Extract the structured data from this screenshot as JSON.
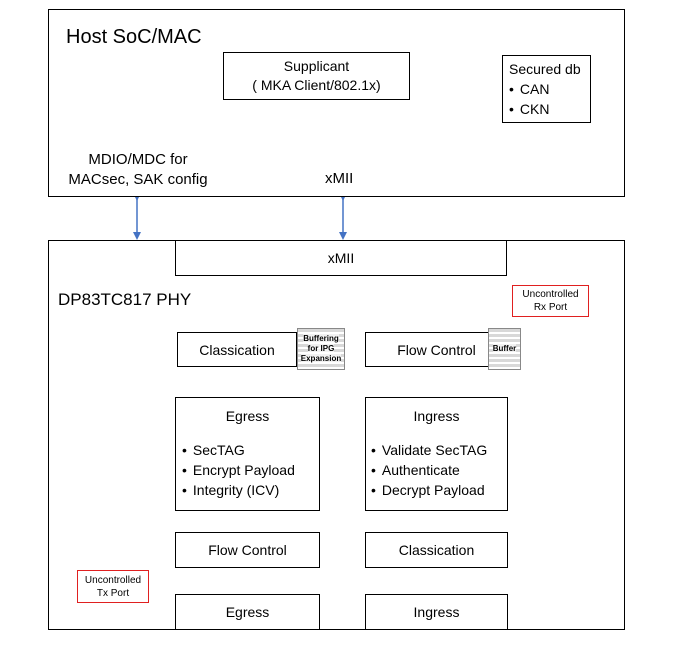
{
  "host": {
    "title": "Host SoC/MAC",
    "supplicant": [
      "Supplicant",
      "( MKA Client/802.1x)"
    ],
    "secured_db": {
      "title": "Secured db",
      "items": [
        "CAN",
        "CKN"
      ]
    },
    "mdio_label": [
      "MDIO/MDC for",
      "MACsec, SAK config"
    ],
    "xmii_label": "xMII"
  },
  "phy": {
    "title": "DP83TC817 PHY",
    "xmii": "xMII",
    "tx_classification": "Classication",
    "rx_flow_control": "Flow Control",
    "buffering": [
      "Buffering",
      "for IPG",
      "Expansion"
    ],
    "buffer": "Buffer",
    "egress": {
      "title": "Egress",
      "items": [
        "SecTAG",
        "Encrypt Payload",
        "Integrity (ICV)"
      ]
    },
    "ingress": {
      "title": "Ingress",
      "items": [
        "Validate SecTAG",
        "Authenticate",
        "Decrypt Payload"
      ]
    },
    "tx_flow_control": "Flow Control",
    "rx_classification": "Classication",
    "egress_bottom": "Egress",
    "ingress_bottom": "Ingress",
    "uncontrolled_rx": [
      "Uncontrolled",
      "Rx Port"
    ],
    "uncontrolled_tx": [
      "Uncontrolled",
      "Tx Port"
    ]
  },
  "colors": {
    "blue_arrow": "#4472c4",
    "red_line": "#e02020"
  }
}
